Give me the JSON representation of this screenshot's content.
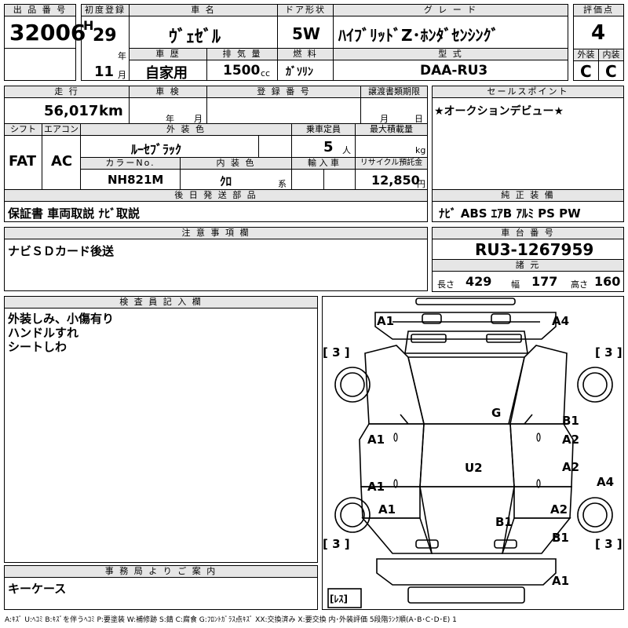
{
  "header": {
    "lot_label": "出 品 番 号",
    "lot_number": "32006",
    "first_reg_label": "初度登録",
    "era": "H",
    "year": "29",
    "year_unit": "年",
    "month": "11",
    "month_unit": "月",
    "car_name_label": "車 名",
    "car_name": "ｳﾞｪｾﾞﾙ",
    "door_label": "ドア形状",
    "door": "5W",
    "grade_label": "グ レ ー ド",
    "grade": "ﾊｲﾌﾞﾘｯﾄﾞZ･ﾎﾝﾀﾞｾﾝｼﾝｸﾞ",
    "score_label": "評価点",
    "score": "4",
    "history_label": "車 歴",
    "history": "自家用",
    "displacement_label": "排 気 量",
    "displacement": "1500",
    "displacement_unit": "cc",
    "fuel_label": "燃 料",
    "fuel": "ｶﾞｿﾘﾝ",
    "model_label": "型 式",
    "model": "DAA-RU3",
    "exterior_label": "外装",
    "exterior_grade": "C",
    "interior_label": "内装",
    "interior_grade": "C"
  },
  "details": {
    "mileage_label": "走 行",
    "mileage": "56,017",
    "mileage_unit": "km",
    "inspection_label": "車 検",
    "inspection_year_unit": "年",
    "inspection_month_unit": "月",
    "registration_label": "登 録 番 号",
    "transfer_label": "譲渡書類期限",
    "transfer_month_unit": "月",
    "transfer_day_unit": "日",
    "shift_label": "シフト",
    "shift": "FAT",
    "ac_label": "エアコン",
    "ac": "AC",
    "color_label": "外 装 色",
    "color": "ﾙｰｾﾌﾞﾗｯｸ",
    "capacity_label": "乗車定員",
    "capacity": "5",
    "capacity_unit": "人",
    "load_label": "最大積載量",
    "load_unit": "kg",
    "color_no_label": "カラーNo.",
    "color_no": "NH821M",
    "interior_color_label": "内 装 色",
    "interior_color": "ｸﾛ",
    "interior_color_unit": "系",
    "import_label": "輸 入 車",
    "recycle_label": "リサイクル預託金",
    "recycle": "12,850",
    "recycle_unit": "円",
    "later_parts_label": "後 日 発 送 部 品",
    "later_parts": "保証書 車両取説 ﾅﾋﾞ取説",
    "notes_label": "注 意 事 項 欄",
    "notes": "ナビＳＤカード後送"
  },
  "side": {
    "sales_label": "セールスポイント",
    "sales_point": "★オークションデビュー★",
    "equipment_label": "純 正 装 備",
    "equipment": "ﾅﾋﾞ ABS ｴｱB ｱﾙﾐ PS PW",
    "chassis_label": "車 台 番 号",
    "chassis": "RU3-1267959",
    "spec_label": "諸 元",
    "length_label": "長さ",
    "length": "429",
    "width_label": "幅",
    "width": "177",
    "height_label": "高さ",
    "height": "160"
  },
  "inspector": {
    "label": "検 査 員 記 入 欄",
    "line1": "外装しみ、小傷有り",
    "line2": "ハンドルすれ",
    "line3": "シートしわ"
  },
  "office": {
    "label": "事 務 局 よ り ご 案 内",
    "text": "キーケース"
  },
  "diagram": {
    "damage": {
      "a1_front_left": "A1",
      "a4_front_right": "A4",
      "a1_left_front_door": "A1",
      "a1_left_rear_door": "A1",
      "a1_left_rear": "A1",
      "g_windshield": "G",
      "u2_roof": "U2",
      "b1_rear_glass": "B1",
      "b1_right_front": "B1",
      "a2_right_front_door": "A2",
      "a2_right_rear_door": "A2",
      "a4_right_side": "A4",
      "a2_right_rear": "A2",
      "b1_right_lower": "B1",
      "a1_rear_bumper": "A1"
    },
    "tires": {
      "front_left": "[ 3 ]",
      "front_right": "[ 3 ]",
      "rear_left": "[ 3 ]",
      "rear_right": "[ 3 ]"
    },
    "spare": "[ﾚｽ]"
  },
  "legend": "A:ｷｽﾞ U:ﾍｺﾐ B:ｷｽﾞを伴うﾍｺﾐ P:要塗装 W:補修跡 S:錆 C:腐食 G:ﾌﾛﾝﾄｶﾞﾗｽ点ｷｽﾞ XX:交換済み X:要交換 内･外装評価 5段階ﾗﾝｸ順(A･B･C･D･E) 1"
}
